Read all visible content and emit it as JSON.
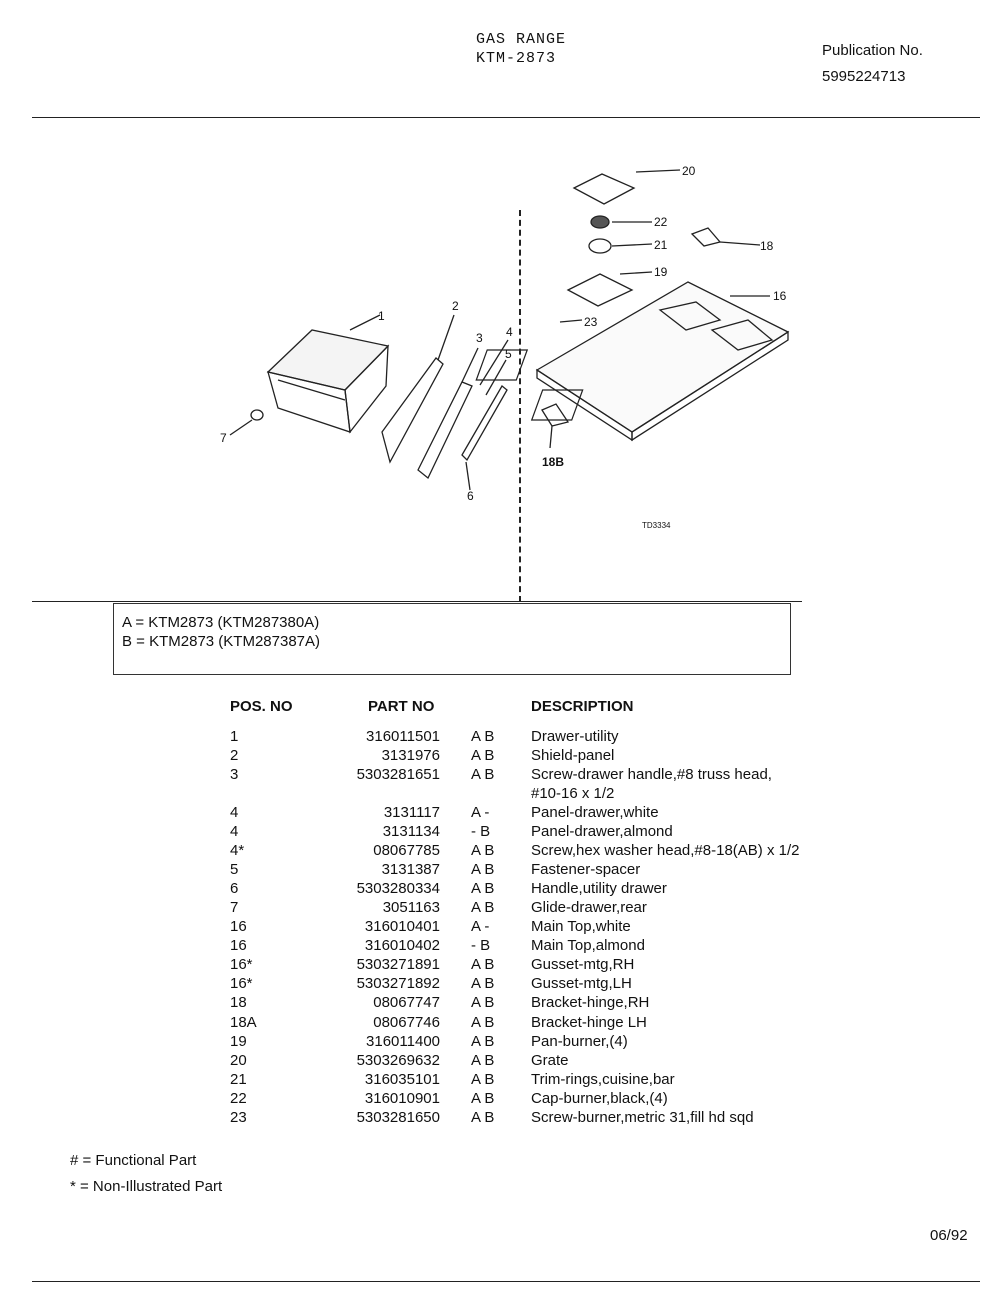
{
  "header": {
    "title_line1": "GAS  RANGE",
    "title_line2": "KTM-2873",
    "publication_label": "Publication No.",
    "publication_number": "5995224713"
  },
  "diagram": {
    "callouts": [
      "1",
      "2",
      "3",
      "4",
      "5",
      "6",
      "7",
      "16",
      "18",
      "18B",
      "19",
      "20",
      "21",
      "22",
      "23"
    ],
    "figure_code": "TD3334"
  },
  "models": {
    "line_a": "A  =  KTM2873 (KTM287380A)",
    "line_b": "B  =  KTM2873 (KTM287387A)"
  },
  "table": {
    "headers": {
      "pos": "POS. NO",
      "part": "PART NO",
      "desc": "DESCRIPTION"
    },
    "rows": [
      {
        "pos": "1",
        "part": "316011501",
        "ab": "A  B",
        "desc": "Drawer-utility"
      },
      {
        "pos": "2",
        "part": "3131976",
        "ab": "A  B",
        "desc": "Shield-panel"
      },
      {
        "pos": "3",
        "part": "5303281651",
        "ab": "A  B",
        "desc": "Screw-drawer handle,#8 truss head,"
      },
      {
        "pos": "",
        "part": "",
        "ab": "",
        "desc": "#10-16 x 1/2"
      },
      {
        "pos": "4",
        "part": "3131117",
        "ab": "A  -",
        "desc": "Panel-drawer,white"
      },
      {
        "pos": "4",
        "part": "3131134",
        "ab": "-  B",
        "desc": "Panel-drawer,almond"
      },
      {
        "pos": "4*",
        "part": "08067785",
        "ab": "A  B",
        "desc": "Screw,hex washer head,#8-18(AB) x 1/2"
      },
      {
        "pos": "5",
        "part": "3131387",
        "ab": "A  B",
        "desc": "Fastener-spacer"
      },
      {
        "pos": "6",
        "part": "5303280334",
        "ab": "A  B",
        "desc": "Handle,utility drawer"
      },
      {
        "pos": "7",
        "part": "3051163",
        "ab": "A  B",
        "desc": "Glide-drawer,rear"
      },
      {
        "pos": "16",
        "part": "316010401",
        "ab": "A  -",
        "desc": "Main Top,white"
      },
      {
        "pos": "16",
        "part": "316010402",
        "ab": "-  B",
        "desc": "Main Top,almond"
      },
      {
        "pos": "16*",
        "part": "5303271891",
        "ab": "A  B",
        "desc": "Gusset-mtg,RH"
      },
      {
        "pos": "16*",
        "part": "5303271892",
        "ab": "A  B",
        "desc": "Gusset-mtg,LH"
      },
      {
        "pos": "18",
        "part": "08067747",
        "ab": "A  B",
        "desc": "Bracket-hinge,RH"
      },
      {
        "pos": "18A",
        "part": "08067746",
        "ab": "A  B",
        "desc": "Bracket-hinge LH"
      },
      {
        "pos": "19",
        "part": "316011400",
        "ab": "A  B",
        "desc": "Pan-burner,(4)"
      },
      {
        "pos": "20",
        "part": "5303269632",
        "ab": "A  B",
        "desc": "Grate"
      },
      {
        "pos": "21",
        "part": "316035101",
        "ab": "A  B",
        "desc": "Trim-rings,cuisine,bar"
      },
      {
        "pos": "22",
        "part": "316010901",
        "ab": "A  B",
        "desc": "Cap-burner,black,(4)"
      },
      {
        "pos": "23",
        "part": "5303281650",
        "ab": "A  B",
        "desc": "Screw-burner,metric 31,fill hd sqd"
      }
    ]
  },
  "legend": {
    "functional": "# = Functional Part",
    "non_illustrated": "* = Non-Illustrated Part"
  },
  "footer": {
    "date": "06/92"
  }
}
